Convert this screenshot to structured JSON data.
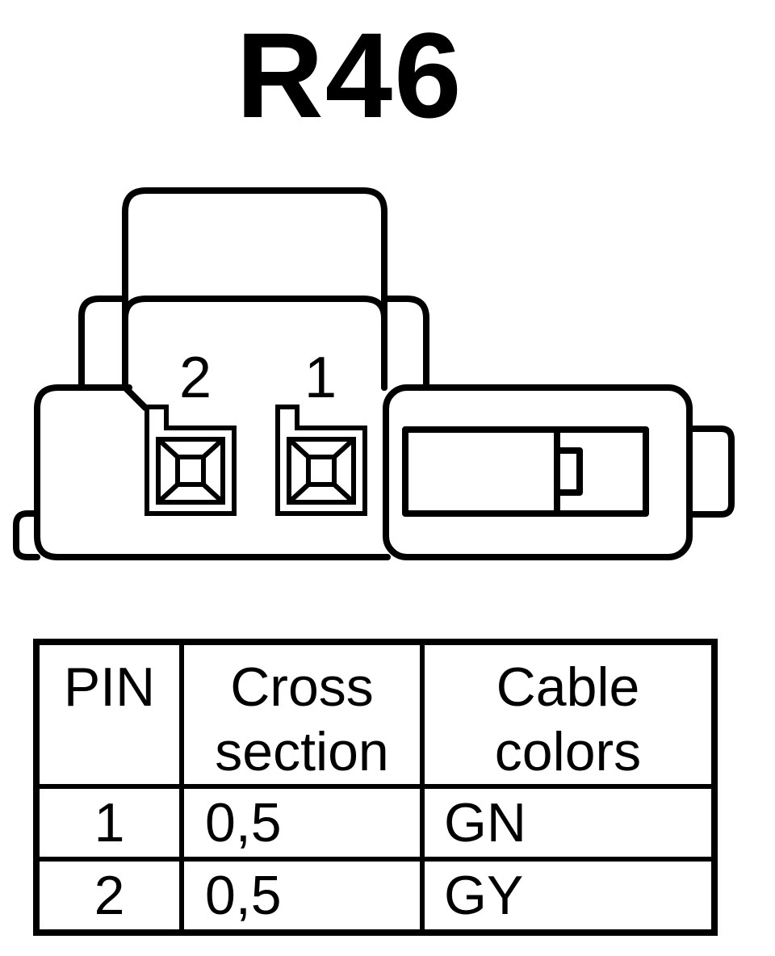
{
  "title": "R46",
  "connector": {
    "cavity_labels": [
      "2",
      "1"
    ]
  },
  "table": {
    "headers": {
      "pin": "PIN",
      "cross_section_line1": "Cross",
      "cross_section_line2": "section",
      "cable_colors_line1": "Cable",
      "cable_colors_line2": "colors"
    },
    "rows": [
      {
        "pin": "1",
        "cross_section": "0,5",
        "color": "GN"
      },
      {
        "pin": "2",
        "cross_section": "0,5",
        "color": "GY"
      }
    ]
  },
  "colors": {
    "line": "#000000",
    "background": "#ffffff"
  }
}
